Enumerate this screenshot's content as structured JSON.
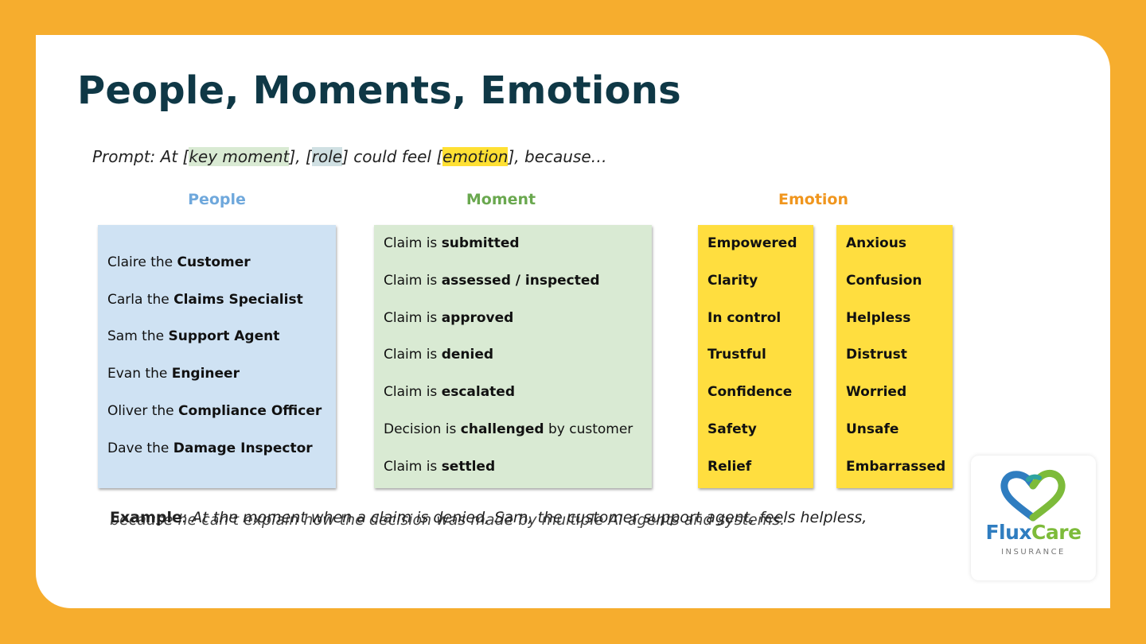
{
  "title": "People, Moments, Emotions",
  "prompt": {
    "lead": "Prompt: At [",
    "key_moment": "key moment",
    "mid1": "], [",
    "role": "role",
    "mid2": "] could feel [",
    "emotion": "emotion",
    "tail": "], because…"
  },
  "columns": {
    "people": "People",
    "moment": "Moment",
    "emotion": "Emotion"
  },
  "colors": {
    "background": "#F6AD2E",
    "title": "#0F3846",
    "people_head": "#6FA8DC",
    "moment_head": "#6AA84F",
    "emotion_head": "#F0961E",
    "people_card": "#CFE2F3",
    "moment_card": "#D9EAD3",
    "emotion_card": "#FFDE3F"
  },
  "people": [
    {
      "prefix": "Claire the ",
      "role": "Customer"
    },
    {
      "prefix": "Carla the ",
      "role": "Claims Specialist"
    },
    {
      "prefix": "Sam the ",
      "role": "Support Agent"
    },
    {
      "prefix": "Evan the ",
      "role": "Engineer"
    },
    {
      "prefix": "Oliver the ",
      "role": "Compliance Officer"
    },
    {
      "prefix": "Dave the ",
      "role": "Damage Inspector"
    }
  ],
  "moments": [
    {
      "prefix": "Claim is ",
      "key": "submitted",
      "suffix": ""
    },
    {
      "prefix": "Claim is ",
      "key": "assessed / inspected",
      "suffix": ""
    },
    {
      "prefix": "Claim is ",
      "key": "approved",
      "suffix": ""
    },
    {
      "prefix": "Claim is ",
      "key": "denied",
      "suffix": ""
    },
    {
      "prefix": "Claim is ",
      "key": "escalated",
      "suffix": ""
    },
    {
      "prefix": "Decision is ",
      "key": "challenged",
      "suffix": " by customer"
    },
    {
      "prefix": "Claim is ",
      "key": "settled",
      "suffix": ""
    }
  ],
  "emotions_positive": [
    "Empowered",
    "Clarity",
    "In control",
    "Trustful",
    "Confidence",
    "Safety",
    "Relief"
  ],
  "emotions_negative": [
    "Anxious",
    "Confusion",
    "Helpless",
    "Distrust",
    "Worried",
    "Unsafe",
    "Embarrassed"
  ],
  "example": {
    "label": "Example",
    "line1": ": At the moment when a claim is denied, Sam, the customer support agent, feels helpless,",
    "line2": "because he can't explain how the decision was made by multiple AI agents and systems."
  },
  "logo": {
    "word_a": "Flux",
    "word_b": "Care",
    "sub": "INSURANCE",
    "icon": "heart-logo-icon"
  }
}
